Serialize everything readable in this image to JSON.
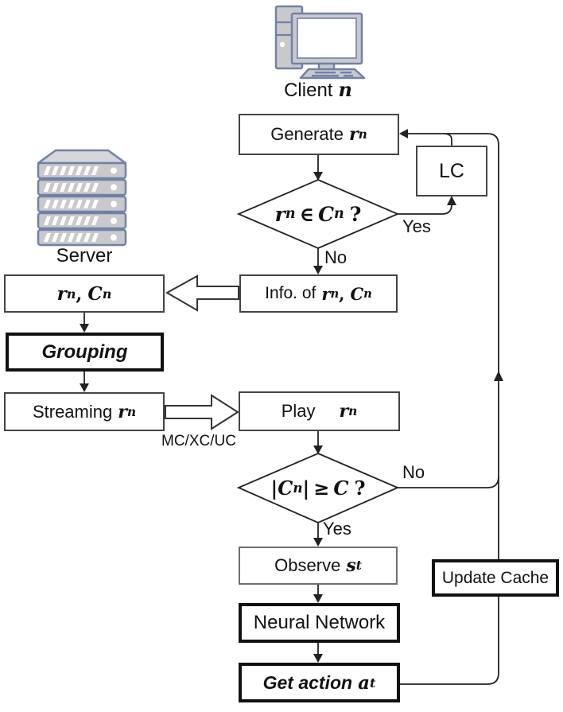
{
  "client": {
    "label": "Client",
    "var": "n"
  },
  "server": {
    "label": "Server"
  },
  "boxes": {
    "generate": {
      "text": "Generate",
      "var": "r",
      "sub": "n"
    },
    "lc": {
      "label": "LC"
    },
    "rncn": {
      "var1": "r",
      "sub1": "n",
      "sep": ",",
      "var2": "C",
      "sub2": "n"
    },
    "info": {
      "text": "Info. of",
      "var1": "r",
      "sub1": "n",
      "sep": ",",
      "var2": "C",
      "sub2": "n"
    },
    "grouping": {
      "label": "Grouping"
    },
    "streaming": {
      "text": "Streaming",
      "var": "r",
      "sub": "n"
    },
    "play": {
      "text": "Play",
      "var": "r",
      "sub": "n"
    },
    "observe": {
      "text": "Observe",
      "var": "s",
      "sub": "t"
    },
    "neural_network": {
      "label": "Neural Network"
    },
    "get_action": {
      "text": "Get action",
      "var": "a",
      "sub": "t"
    },
    "update_cache": {
      "label": "Update Cache"
    }
  },
  "decisions": {
    "d1": {
      "var1": "r",
      "sub1": "n",
      "op": "∈",
      "var2": "C",
      "sub2": "n",
      "q": "?"
    },
    "d2": {
      "lbar": "|",
      "var1": "C",
      "sub1": "n",
      "rbar": "|",
      "op": "≥",
      "var2": "C",
      "q": "?"
    }
  },
  "edge_labels": {
    "yes1": "Yes",
    "no1": "No",
    "no2": "No",
    "yes2": "Yes",
    "transport": "MC/XC/UC"
  },
  "colors": {
    "icon_fill": "#c9c9cb",
    "icon_fill_light": "#d6d6d8",
    "icon_stroke": "#7081a8",
    "line": "#222222"
  }
}
